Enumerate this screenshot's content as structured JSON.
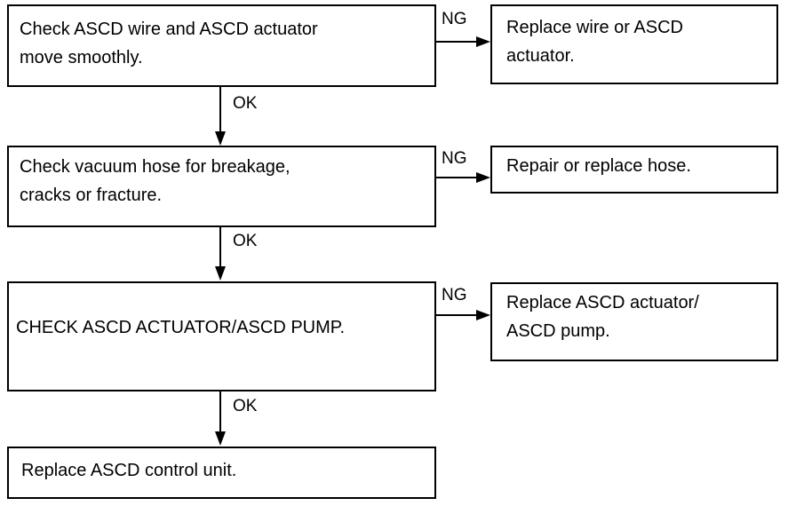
{
  "steps": [
    {
      "text": "Check ASCD wire and ASCD actuator\nmove smoothly.",
      "ng_label": "NG",
      "ng_action": "Replace wire or ASCD\nactuator.",
      "ok_label": "OK"
    },
    {
      "text": "Check vacuum hose for breakage,\ncracks or fracture.",
      "ng_label": "NG",
      "ng_action": "Repair or replace hose.",
      "ok_label": "OK"
    },
    {
      "text": "CHECK ASCD ACTUATOR/ASCD PUMP.",
      "ng_label": "NG",
      "ng_action": "Replace ASCD actuator/\nASCD pump.",
      "ok_label": "OK"
    }
  ],
  "final_step": {
    "text": "Replace ASCD control unit."
  }
}
